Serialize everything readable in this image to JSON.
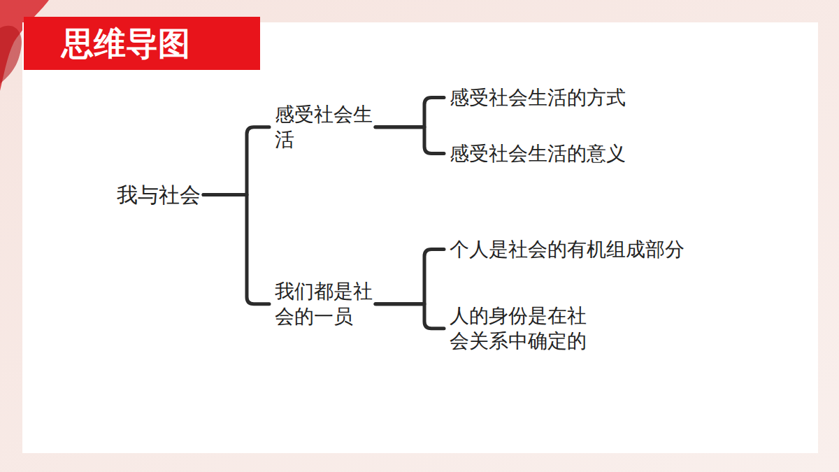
{
  "diagram": {
    "title": "思维导图",
    "nodes": [
      {
        "text": [
          "我与社会"
        ]
      },
      {
        "text": [
          "感受社会生活"
        ]
      },
      {
        "text": [
          "感受社会生活的方式"
        ]
      },
      {
        "text": [
          "感受社会生活的意义"
        ]
      },
      {
        "text": [
          "我们都是社会的一员"
        ]
      },
      {
        "text": [
          "个人是社会的有机组成部分"
        ]
      },
      {
        "text": [
          "人的身份是在社会关系中确定的"
        ]
      }
    ],
    "edges": [
      {
        "from": 0,
        "to": 1,
        "arrow": "none"
      },
      {
        "from": 0,
        "to": 4,
        "arrow": "none"
      },
      {
        "from": 1,
        "to": 2,
        "arrow": "none"
      },
      {
        "from": 1,
        "to": 3,
        "arrow": "none"
      },
      {
        "from": 4,
        "to": 5,
        "arrow": "none"
      },
      {
        "from": 4,
        "to": 6,
        "arrow": "none"
      }
    ]
  }
}
